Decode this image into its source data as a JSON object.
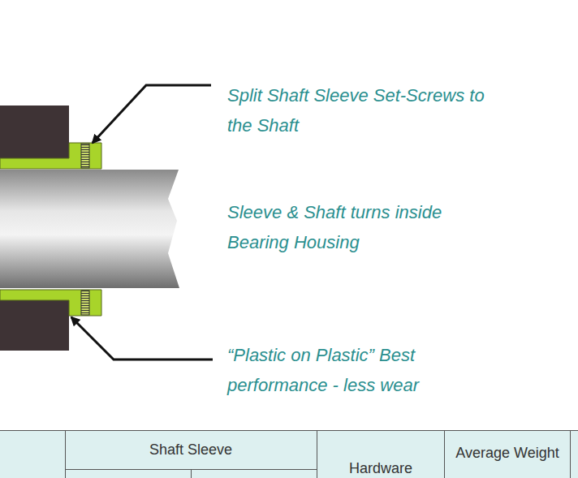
{
  "diagram": {
    "labels": [
      "Split Shaft Sleeve Set-Screws to the Shaft",
      "Sleeve & Shaft turns inside Bearing Housing",
      "“Plastic on Plastic” Best performance - less wear",
      "Shaft Sleeve",
      "Hardware",
      "Average Weight"
    ]
  }
}
